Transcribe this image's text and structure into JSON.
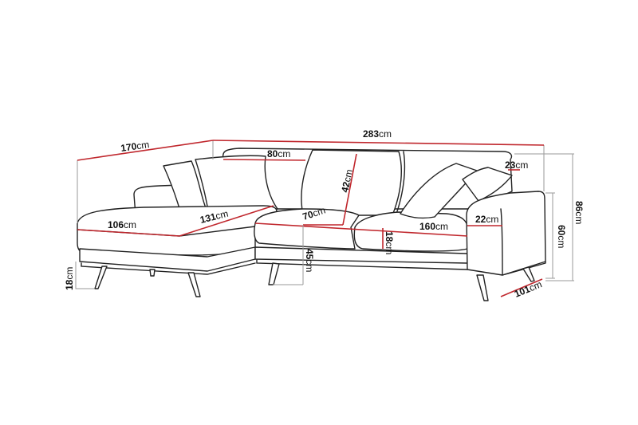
{
  "dimensions": {
    "chaise_length": {
      "value": "170",
      "unit": "cm"
    },
    "total_width": {
      "value": "283",
      "unit": "cm"
    },
    "back_cushion_width": {
      "value": "80",
      "unit": "cm"
    },
    "back_height_over_seat": {
      "value": "42",
      "unit": "cm"
    },
    "back_top_depth": {
      "value": "23",
      "unit": "cm"
    },
    "total_height": {
      "value": "86",
      "unit": "cm"
    },
    "chaise_width": {
      "value": "106",
      "unit": "cm"
    },
    "chaise_seat_depth": {
      "value": "131",
      "unit": "cm"
    },
    "seat_depth": {
      "value": "70",
      "unit": "cm"
    },
    "seat_width": {
      "value": "160",
      "unit": "cm"
    },
    "armrest_width": {
      "value": "22",
      "unit": "cm"
    },
    "armrest_height": {
      "value": "60",
      "unit": "cm"
    },
    "cushion_thickness": {
      "value": "18",
      "unit": "cm"
    },
    "seat_height": {
      "value": "45",
      "unit": "cm"
    },
    "leg_height": {
      "value": "18",
      "unit": "cm"
    },
    "total_depth": {
      "value": "101",
      "unit": "cm"
    }
  },
  "colors": {
    "dimension_line": "#c0272d",
    "extension_line": "#9a9a9a",
    "outline": "#222222"
  }
}
